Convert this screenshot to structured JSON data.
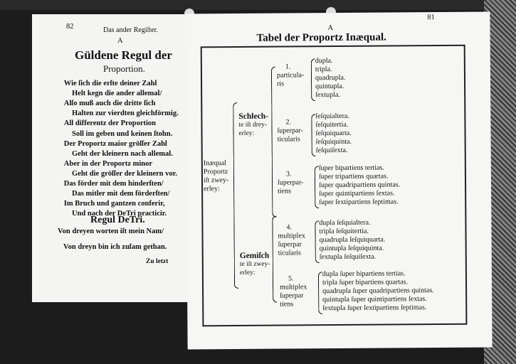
{
  "left_page": {
    "page_number": "82",
    "running_head": "Das ander Regiſter.",
    "signature": "A",
    "title_line1": "Güldene Regul der",
    "title_line2": "Proportion.",
    "verse": [
      "Wie ſich die erſte deiner Zahl",
      "Helt kegn die ander allemal/",
      "Alſo muß auch die dritte ſich",
      "Halten zur vierdten gleichförmig.",
      "All differentz der Proportion",
      "Soll im geben und keinen ſtohn.",
      "Der Proportz maior gröſſer Zahl",
      "Geht der kleinern nach allemal.",
      "Aber in der Proportz minor",
      "Geht die gröſſer der kleinern vor.",
      "Das förder mit dem hinderſten/",
      "Das mitler mit dem förderſten/",
      "Im Bruch und gantzen conferir,",
      "Und nach der DeTri practicir."
    ],
    "section_title": "Regul DeTri.",
    "section_verse": [
      "Von dreyen worten iſt mein Nam/",
      "Von dreyn bin ich zuſam gethan."
    ],
    "catchword": "Zu letzt"
  },
  "right_page": {
    "page_number": "81",
    "signature": "A",
    "title": "Tabel der Proportz Inæqual.",
    "root": [
      "Inæqual",
      "Proportz",
      "iſt zwey-",
      "erley:"
    ],
    "branches": [
      {
        "label": [
          "Schlech-",
          "te iſt drey-",
          "erley:"
        ],
        "groups": [
          {
            "label": [
              "1.",
              "particula-",
              "ris"
            ],
            "items": [
              "dupla.",
              "tripla.",
              "quadrupla.",
              "quintupla.",
              "ſextupla."
            ]
          },
          {
            "label": [
              "2.",
              "ſuperpar-",
              "ticularis"
            ],
            "items": [
              "ſeſquialtera.",
              "ſeſquitertia.",
              "ſeſquiquarta.",
              "ſeſquiquinta.",
              "ſeſquiſexta."
            ]
          },
          {
            "label": [
              "3.",
              "ſuperpar-",
              "tiens"
            ],
            "items": [
              "ſuper bipartiens tertias.",
              "ſuper tripartiens quartas.",
              "ſuper quadripartiens quintas.",
              "ſuper quintipartiens ſextas.",
              "ſuper ſextipartiens ſeptimas."
            ]
          }
        ]
      },
      {
        "label": [
          "Gemiſch",
          "te iſt zwey-",
          "erley:"
        ],
        "groups": [
          {
            "label": [
              "4.",
              "multiplex",
              "ſuperpar",
              "ticularis"
            ],
            "items": [
              "dupla ſeſquialtera.",
              "tripla ſeſquitertia.",
              "quadrupla ſeſquiquarta.",
              "quintupla ſeſquiquinta.",
              "ſextupla ſeſquiſexta."
            ]
          },
          {
            "label": [
              "5.",
              "multiplex",
              "ſuperpar",
              "tiens"
            ],
            "items": [
              "dupla ſuper bipartiens tertias.",
              "tripla ſuper bipartiens quartas.",
              "quadrupla ſuper quadripartiens quintas.",
              "quintupla ſuper quintipartiens ſextas.",
              "ſextupla ſuper ſextipartiens ſeptimas."
            ]
          }
        ]
      }
    ]
  }
}
